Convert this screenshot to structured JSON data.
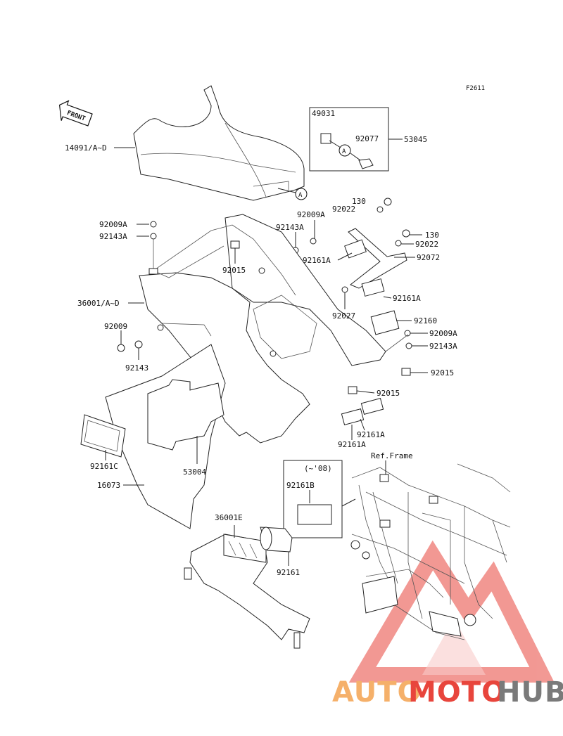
{
  "diagram_id": "F2611",
  "front_arrow": "FRONT",
  "ref_frame": "Ref.Frame",
  "year_note": "(~'08)",
  "callout_a": "A",
  "parts": {
    "p14091": "14091/A~D",
    "p49031": "49031",
    "p92077": "92077",
    "p53045": "53045",
    "p130a": "130",
    "p92022a": "92022",
    "p92009A_top": "92009A",
    "p92143A_mid": "92143A",
    "p92009A_left": "92009A",
    "p92143A_left": "92143A",
    "p92015_left": "92015",
    "p130b": "130",
    "p92022b": "92022",
    "p92161A_a": "92161A",
    "p92072": "92072",
    "p92161A_b": "92161A",
    "p36001": "36001/A~D",
    "p92027": "92027",
    "p92160": "92160",
    "p92009": "92009",
    "p92009A_right": "92009A",
    "p92143A_right": "92143A",
    "p92143": "92143",
    "p92015_right": "92015",
    "p92015_mid": "92015",
    "p92161A_c": "92161A",
    "p92161A_d": "92161A",
    "p92161C": "92161C",
    "p53004": "53004",
    "p16073": "16073",
    "p92161B": "92161B",
    "p36001E": "36001E",
    "p92161": "92161"
  },
  "watermark": {
    "part1": "AUTO",
    "part2": "MOTO",
    "part3": "HUB",
    "color1": "#f5b06a",
    "color2": "#e8453c",
    "color3": "#7a7a7a"
  }
}
